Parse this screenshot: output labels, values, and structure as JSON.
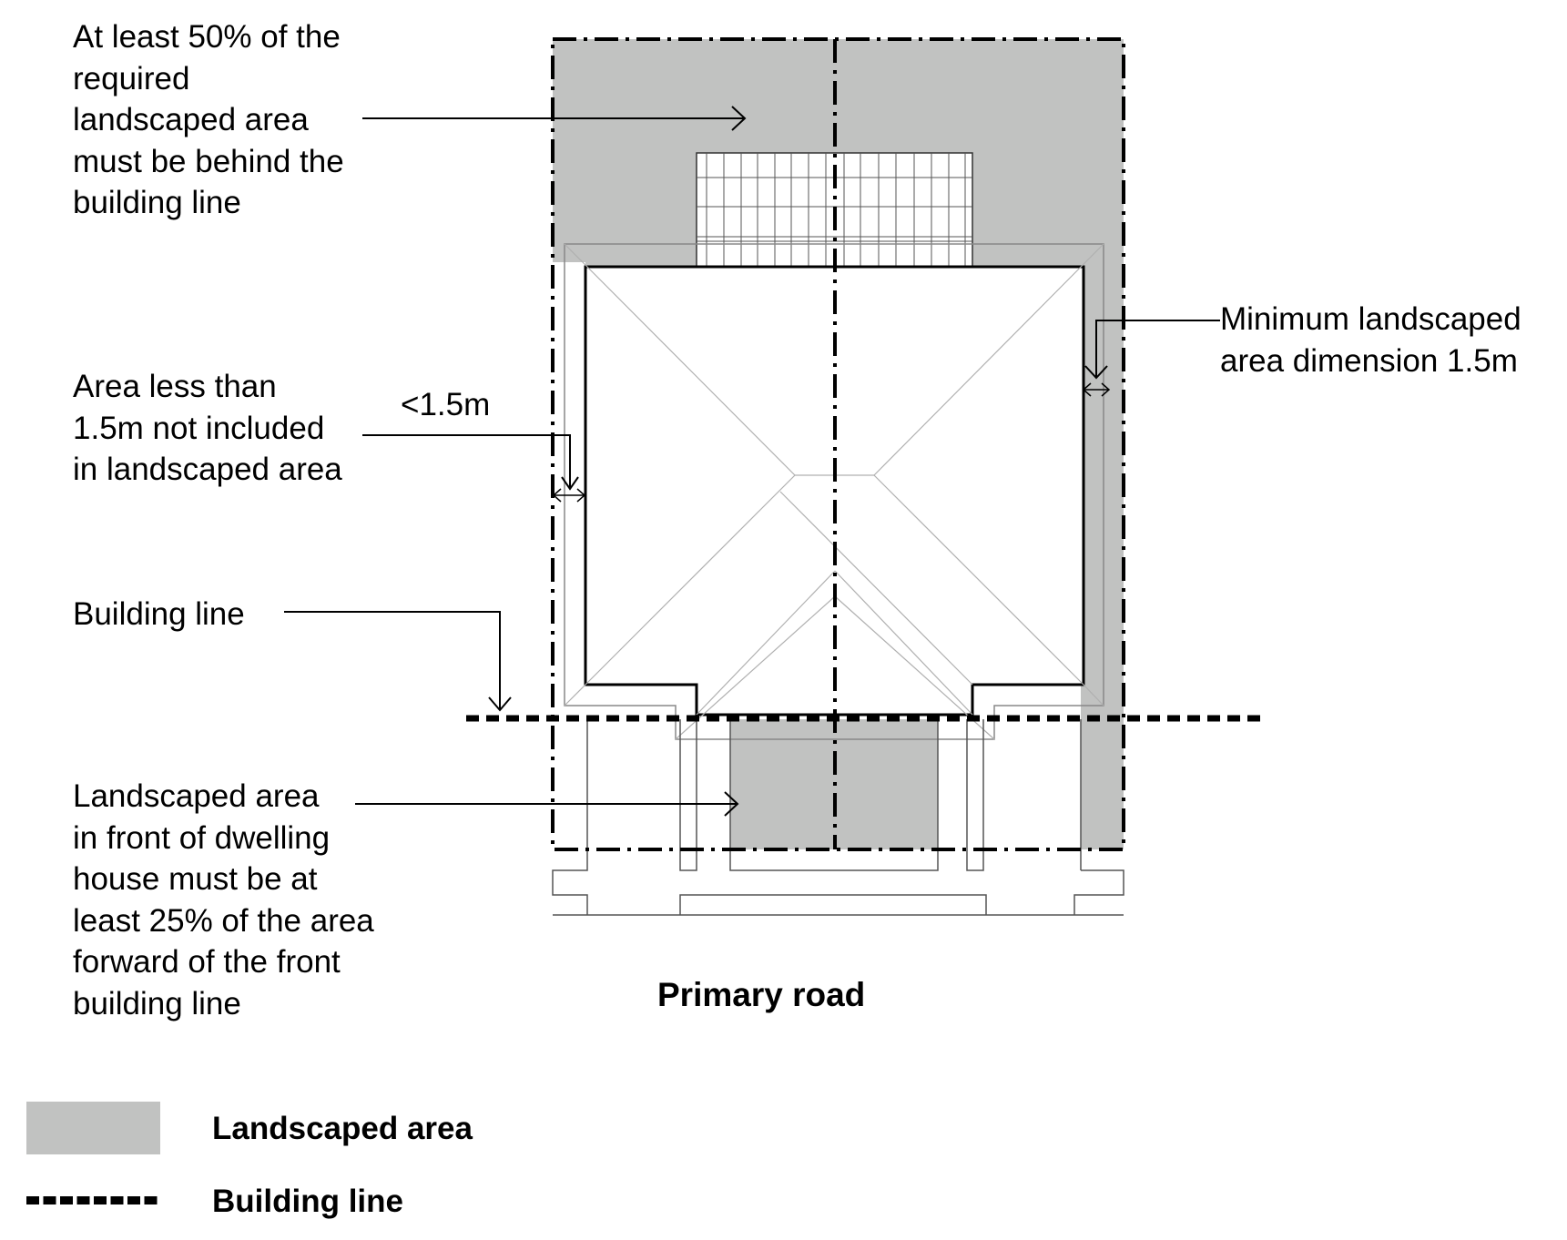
{
  "callouts": {
    "behind_building_line": "At least 50% of the\nrequired\nlandscaped area\nmust be behind the\nbuilding line",
    "narrow_area": "Area less than\n1.5m not included\nin landscaped area",
    "narrow_dimension": "<1.5m",
    "building_line": "Building line",
    "front_area": "Landscaped area\nin front of dwelling\nhouse must be at\nleast 25% of the area\nforward of the front\nbuilding line",
    "minimum_dimension": "Minimum landscaped\narea dimension 1.5m"
  },
  "road_label": "Primary road",
  "legend": {
    "items": [
      {
        "label": "Landscaped area",
        "symbol": "grey-fill-swatch"
      },
      {
        "label": "Building line",
        "symbol": "dashed-line"
      }
    ]
  },
  "colors": {
    "landscaped": "#c1c2c1",
    "line": "#000000",
    "roof_lines": "#9a9a9a"
  }
}
